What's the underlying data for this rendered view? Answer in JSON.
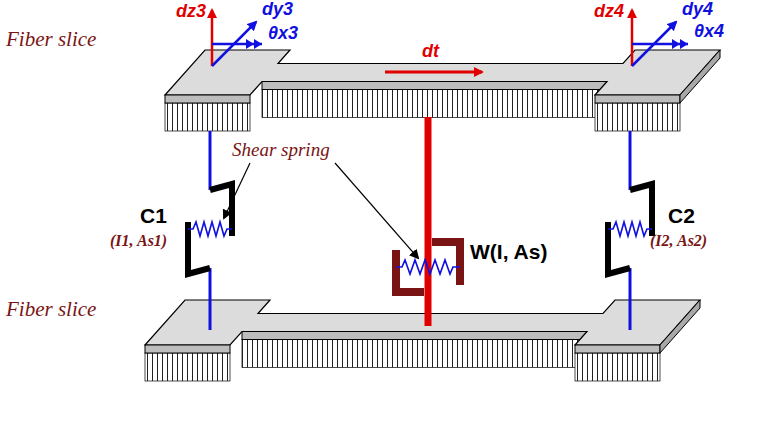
{
  "diagram": {
    "labels": [
      "dz3",
      "dy3",
      "θx3",
      "dt",
      "dz4",
      "dy4",
      "θx4",
      "Fiber slice",
      "Shear spring",
      "C1",
      "(I1, As1)",
      "W(I, As)",
      "C2",
      "(I2, As2)",
      "Fiber slice"
    ]
  }
}
